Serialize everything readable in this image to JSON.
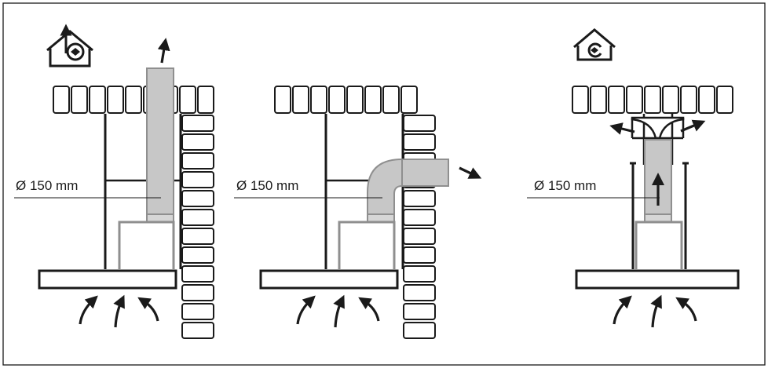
{
  "panels": [
    {
      "id": "ducted-vertical",
      "mode_icon": "ducted-outside-icon",
      "diameter_label": "Ø 150 mm"
    },
    {
      "id": "ducted-side",
      "mode_icon": "",
      "diameter_label": "Ø 150 mm"
    },
    {
      "id": "recirculating",
      "mode_icon": "recirculation-icon",
      "diameter_label": "Ø 150 mm"
    }
  ],
  "colors": {
    "line": "#1a1a1a",
    "duct_fill": "#c7c7c7",
    "duct_stroke": "#8f8f8f",
    "background": "#ffffff"
  }
}
